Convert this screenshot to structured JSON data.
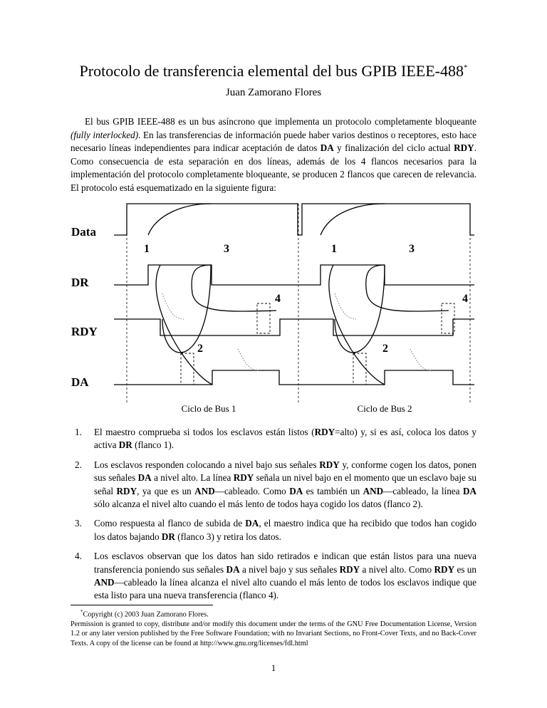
{
  "title": "Protocolo de transferencia elemental del bus GPIB IEEE-488",
  "title_footnote_mark": "*",
  "author": "Juan Zamorano Flores",
  "intro": [
    {
      "t": "El bus GPIB IEEE-488 es un bus asíncrono que implementa un protocolo completamente bloqueante "
    },
    {
      "t": "(fully interlocked)",
      "i": true
    },
    {
      "t": ". En las transferencias de información puede haber varios destinos o receptores, esto hace necesario líneas independientes para indicar aceptación de datos "
    },
    {
      "t": "DA",
      "b": true
    },
    {
      "t": " y finalización del ciclo actual "
    },
    {
      "t": "RDY",
      "b": true
    },
    {
      "t": ". Como consecuencia de esta separación en dos líneas, además de los 4 flancos necesarios para la implementación del protocolo completamente bloqueante, se producen 2 flancos que carecen de relevancia. El protocolo está esquematizado en la siguiente figura:"
    }
  ],
  "diagram": {
    "signals": [
      "Data",
      "DR",
      "RDY",
      "DA"
    ],
    "edge_labels": [
      "1",
      "3",
      "1",
      "3",
      "4",
      "4",
      "2",
      "2"
    ],
    "cycle_labels": [
      "Ciclo de Bus 1",
      "Ciclo de Bus 2"
    ]
  },
  "steps": [
    [
      {
        "t": "El maestro comprueba si todos los esclavos están listos ("
      },
      {
        "t": "RDY",
        "b": true
      },
      {
        "t": "=alto) y, si es así, coloca los datos y activa "
      },
      {
        "t": "DR",
        "b": true
      },
      {
        "t": " (flanco 1)."
      }
    ],
    [
      {
        "t": "Los esclavos responden colocando a nivel bajo sus señales "
      },
      {
        "t": "RDY",
        "b": true
      },
      {
        "t": " y, conforme cogen los datos, ponen sus señales "
      },
      {
        "t": "DA",
        "b": true
      },
      {
        "t": " a nivel alto. La línea "
      },
      {
        "t": "RDY",
        "b": true
      },
      {
        "t": " señala un nivel bajo en el momento que un esclavo baje su señal "
      },
      {
        "t": "RDY",
        "b": true
      },
      {
        "t": ", ya que es un "
      },
      {
        "t": "AND",
        "b": true
      },
      {
        "t": "—cableado. Como "
      },
      {
        "t": "DA",
        "b": true
      },
      {
        "t": " es también un "
      },
      {
        "t": "AND",
        "b": true
      },
      {
        "t": "—cableado, la línea "
      },
      {
        "t": "DA",
        "b": true
      },
      {
        "t": " sólo alcanza el nivel alto cuando el más lento de todos haya cogido los datos (flanco 2)."
      }
    ],
    [
      {
        "t": "Como respuesta al flanco de subida de "
      },
      {
        "t": "DA",
        "b": true
      },
      {
        "t": ", el maestro indica que ha recibido que todos han cogido los datos bajando "
      },
      {
        "t": "DR",
        "b": true
      },
      {
        "t": " (flanco 3) y retira los datos."
      }
    ],
    [
      {
        "t": "Los esclavos observan que los datos han sido retirados e indican que están listos para una nueva transferencia poniendo sus señales "
      },
      {
        "t": "DA",
        "b": true
      },
      {
        "t": " a nivel bajo y sus señales "
      },
      {
        "t": "RDY",
        "b": true
      },
      {
        "t": " a nivel alto. Como "
      },
      {
        "t": "RDY",
        "b": true
      },
      {
        "t": " es un "
      },
      {
        "t": "AND",
        "b": true
      },
      {
        "t": "—cableado la línea alcanza el nivel alto cuando el más lento de todos los esclavos indique que esta listo para una nueva transferencia (flanco 4)."
      }
    ]
  ],
  "footnote": {
    "mark": "*",
    "copyright": "Copyright (c) 2003 Juan Zamorano Flores.",
    "license": "Permission is granted to copy, distribute and/or modify this document under the terms of the GNU Free Documentation License, Version 1.2 or any later version published by the Free Software Foundation; with no Invariant Sections, no Front-Cover Texts, and no Back-Cover Texts. A copy of the license can be found at http://www.gnu.org/licenses/fdl.html"
  },
  "page_number": "1"
}
